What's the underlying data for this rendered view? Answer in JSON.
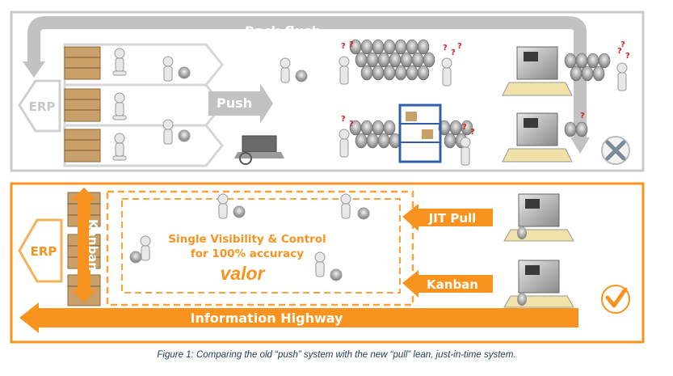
{
  "top_panel": {
    "backflush_label": "Back-flush",
    "erp_label": "ERP",
    "push_label": "Push",
    "status_icon": "x-mark-icon"
  },
  "bottom_panel": {
    "erp_label": "ERP",
    "kanban_vertical_label": "Kanban",
    "center_line1": "Single Visibility & Control",
    "center_line2": "for 100% accuracy",
    "brand": "valor",
    "jit_pull_label": "JIT Pull",
    "kanban_label": "Kanban",
    "highway_label": "Information Highway",
    "status_icon": "check-mark-icon"
  },
  "caption": "Figure 1: Comparing the old “push” system with the new “pull” lean, just-in-time system.",
  "colors": {
    "grey_frame": "#c8c8c8",
    "grey_arrow": "#bdbdbd",
    "orange": "#f7931e",
    "orange_text": "#f7931e"
  }
}
